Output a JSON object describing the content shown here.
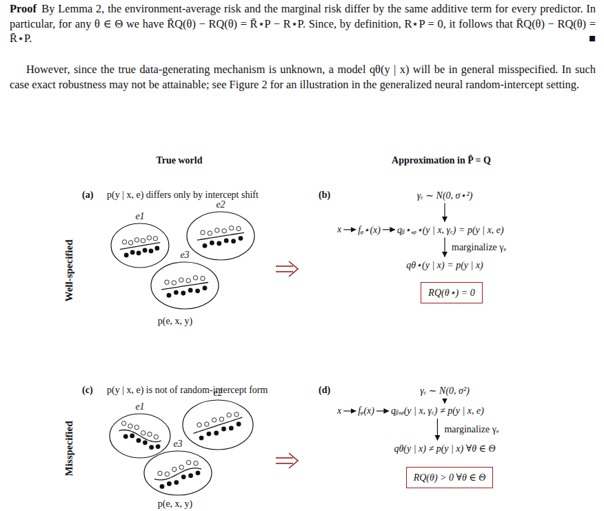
{
  "diagram": {
    "nodes": [
      {
        "text": [
          "e1"
        ]
      },
      {
        "text": [
          "e2"
        ]
      },
      {
        "text": [
          "e3"
        ]
      },
      {
        "text": [
          "γₑ ∼ N(0, σ⋆²)"
        ]
      },
      {
        "text": [
          "x"
        ]
      },
      {
        "text": [
          "fᵩ⋆(x)"
        ]
      },
      {
        "text": [
          "qᵦ⋆,ᵩ⋆(y | x, γₑ) = p(y | x, e)"
        ]
      },
      {
        "text": [
          "qθ⋆(y | x) = p(y | x)"
        ]
      },
      {
        "text": [
          "RQ(θ⋆) = 0"
        ]
      },
      {
        "text": [
          "e1"
        ]
      },
      {
        "text": [
          "e2"
        ]
      },
      {
        "text": [
          "e3"
        ]
      },
      {
        "text": [
          "γₑ ∼ N(0, σ²)"
        ]
      },
      {
        "text": [
          "x"
        ]
      },
      {
        "text": [
          "fᵩ(x)"
        ]
      },
      {
        "text": [
          "qᵦ,ᵩ(y | x, γₑ) ≠ p(y | x, e)"
        ]
      },
      {
        "text": [
          "qθ(y | x) ≠ p(y | x) ∀θ ∈ Θ"
        ]
      },
      {
        "text": [
          "RQ(θ) > 0 ∀θ ∈ Θ"
        ]
      }
    ],
    "edges": [
      {
        "from": 3,
        "to": 6,
        "arrow": "to"
      },
      {
        "from": 4,
        "to": 5,
        "arrow": "to"
      },
      {
        "from": 5,
        "to": 6,
        "arrow": "to"
      },
      {
        "from": 6,
        "to": 7,
        "label": "marginalize γₑ",
        "arrow": "to"
      },
      {
        "from": 12,
        "to": 15,
        "arrow": "to"
      },
      {
        "from": 13,
        "to": 14,
        "arrow": "to"
      },
      {
        "from": 14,
        "to": 15,
        "arrow": "to"
      },
      {
        "from": 15,
        "to": 16,
        "label": "marginalize γₑ",
        "arrow": "to"
      }
    ],
    "labels": [
      "Proof",
      "By Lemma 2, the environment-average risk and the marginal risk differ by the same additive term for every predictor. In particular, for any θ ∈ Θ we have R̄Q(θ) − RQ(θ) = R̄⋆P − R⋆P. Since, by definition, R⋆P = 0, it follows that R̄Q(θ) − RQ(θ) = R̄⋆P.",
      "■",
      "However, since the true data-generating mechanism is unknown, a model qθ(y | x) will be in general misspecified. In such case exact robustness may not be attainable; see Figure 2 for an illustration in the generalized neural random-intercept setting.",
      "True world",
      "Approximation in P̂ = Q",
      "Well-specified",
      "(a)",
      "p(y | x, e) differs only by intercept shift",
      "p(e, x, y)",
      "(b)",
      "Misspecified",
      "(c)",
      "p(y | x, e) is not of random-intercept form",
      "p(e, x, y)",
      "(d)"
    ]
  }
}
